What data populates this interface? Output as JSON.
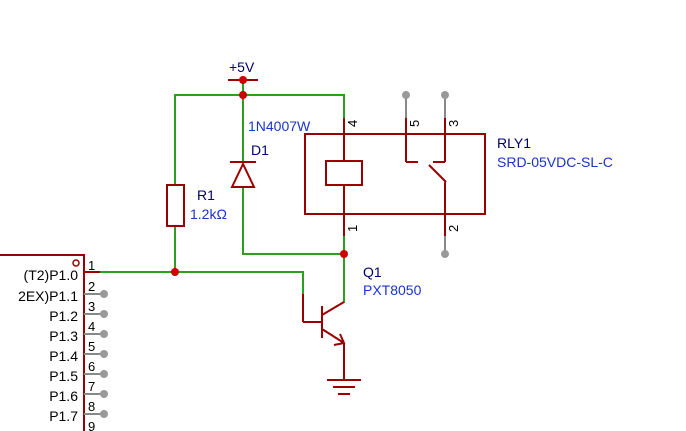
{
  "power": {
    "label": "+5V"
  },
  "resistor": {
    "ref": "R1",
    "value": "1.2kΩ"
  },
  "diode": {
    "ref": "D1",
    "part": "1N4007W"
  },
  "relay": {
    "ref": "RLY1",
    "part": "SRD-05VDC-SL-C",
    "pins": {
      "p4": "4",
      "p5": "5",
      "p3": "3",
      "p1": "1",
      "p2": "2"
    }
  },
  "transistor": {
    "ref": "Q1",
    "part": "PXT8050"
  },
  "mcu": {
    "pins": [
      {
        "num": "1",
        "name": "(T2)P1.0"
      },
      {
        "num": "2",
        "name": "2EX)P1.1"
      },
      {
        "num": "3",
        "name": "P1.2"
      },
      {
        "num": "4",
        "name": "P1.3"
      },
      {
        "num": "5",
        "name": "P1.4"
      },
      {
        "num": "6",
        "name": "P1.5"
      },
      {
        "num": "7",
        "name": "P1.6"
      },
      {
        "num": "8",
        "name": "P1.7"
      },
      {
        "num": "9",
        "name": ""
      }
    ]
  },
  "colors": {
    "wire": "#2e9e1f",
    "component": "#9b0000",
    "junction": "#cc0000",
    "designator": "#000066",
    "value": "#1a33cc"
  }
}
